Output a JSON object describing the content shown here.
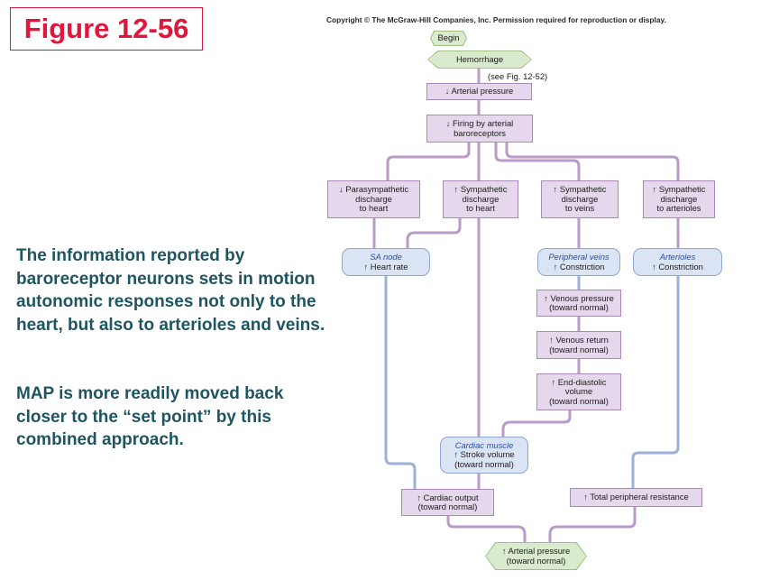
{
  "figure_title": "Figure 12-56",
  "copyright": "Copyright © The McGraw-Hill Companies, Inc. Permission required for reproduction or display.",
  "caption": {
    "paragraph1": "The information reported by baroreceptor neurons sets in motion autonomic responses not only to the heart, but also to arterioles and veins.",
    "paragraph2": "MAP is more readily moved back closer to the “set point” by this combined approach."
  },
  "flowchart": {
    "begin": "Begin",
    "hemorrhage": "Hemorrhage",
    "see_fig": "(see Fig. 12-52)",
    "arterial_pressure": "↓ Arterial pressure",
    "baro_line1": "↓ Firing by arterial",
    "baro_line2": "baroreceptors",
    "para_line1": "↓ Parasympathetic",
    "para_line2": "discharge",
    "para_line3": "to heart",
    "symp_heart_line1": "↑ Sympathetic",
    "symp_heart_line2": "discharge",
    "symp_heart_line3": "to heart",
    "symp_veins_line1": "↑ Sympathetic",
    "symp_veins_line2": "discharge",
    "symp_veins_line3": "to veins",
    "symp_art_line1": "↑ Sympathetic",
    "symp_art_line2": "discharge",
    "symp_art_line3": "to arterioles",
    "sa_title": "SA node",
    "sa_text": "↑ Heart rate",
    "pv_title": "Peripheral veins",
    "pv_text": "↑ Constriction",
    "art_title": "Arterioles",
    "art_text": "↑ Constriction",
    "venous_pressure_line1": "↑ Venous pressure",
    "venous_pressure_line2": "(toward normal)",
    "venous_return_line1": "↑ Venous return",
    "venous_return_line2": "(toward normal)",
    "edv_line1": "↑ End-diastolic",
    "edv_line2": "volume",
    "edv_line3": "(toward normal)",
    "cm_title": "Cardiac muscle",
    "cm_line1": "↑ Stroke volume",
    "cm_line2": "(toward normal)",
    "co_line1": "↑ Cardiac output",
    "co_line2": "(toward normal)",
    "tpr": "↑ Total peripheral resistance",
    "final_line1": "↑ Arterial pressure",
    "final_line2": "(toward normal)"
  },
  "colors": {
    "title_red": "#e0173d",
    "caption_teal": "#1f5560",
    "purple_box": "#e6d8ec",
    "blue_box": "#dbe4f4",
    "green_box": "#d9ebcc"
  }
}
